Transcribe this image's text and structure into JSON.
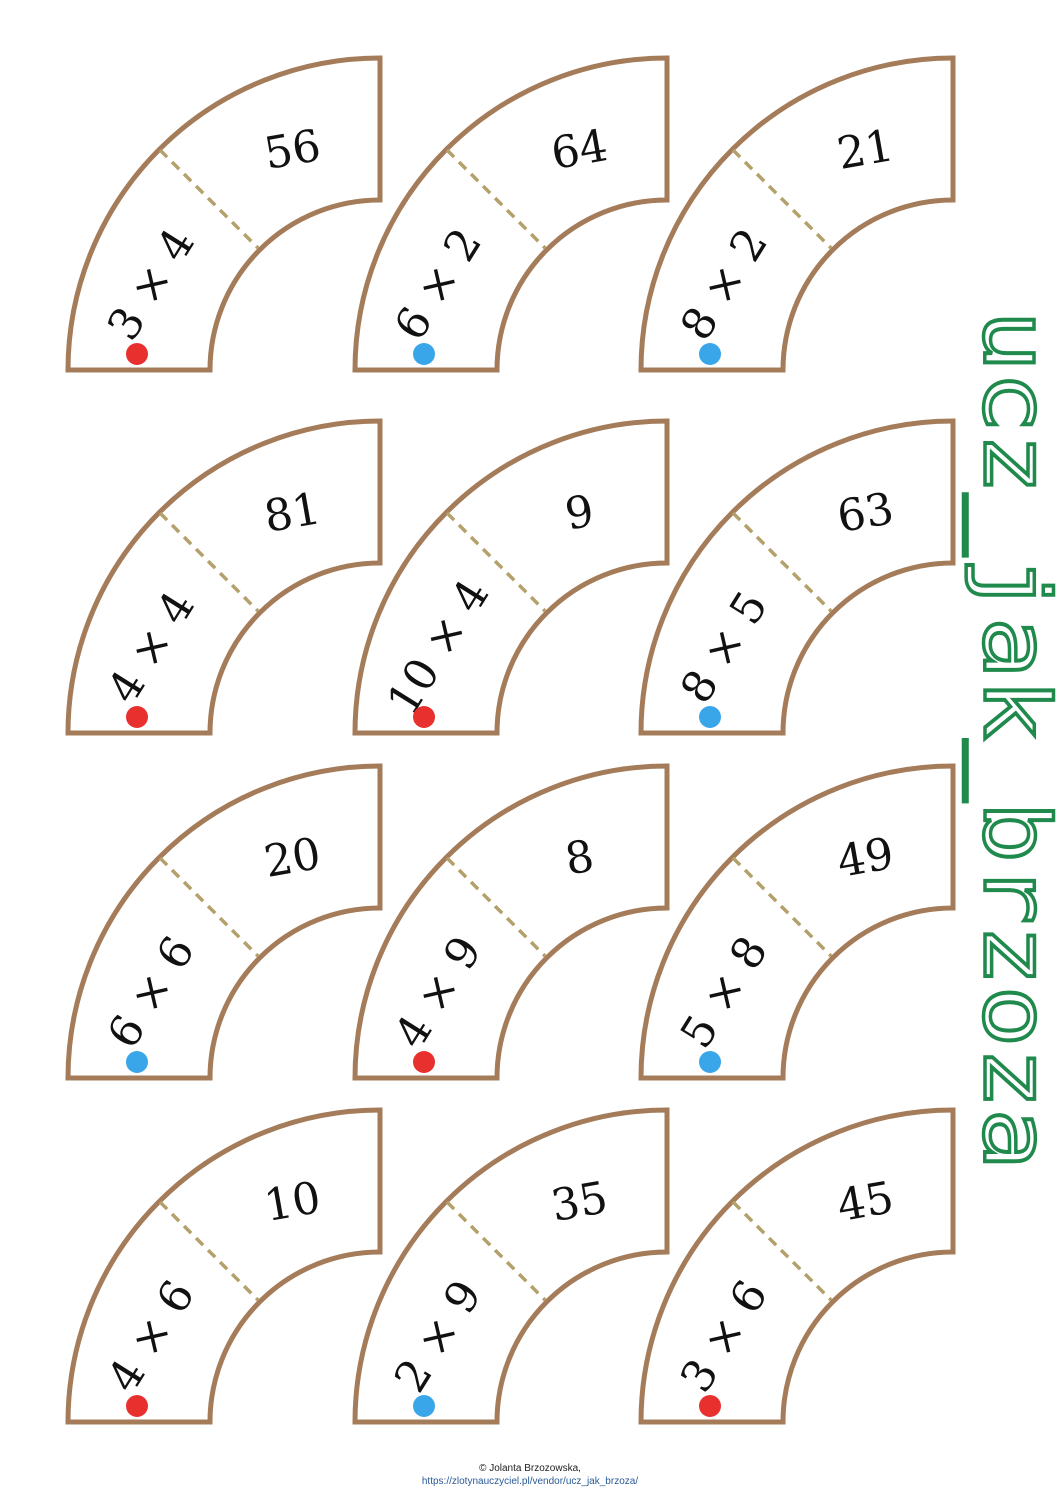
{
  "colors": {
    "border": "#a57c5a",
    "divider": "#b3a06a",
    "red_dot": "#e8302e",
    "blue_dot": "#3aa6ea",
    "watermark": "#1f8a4c"
  },
  "tiles": [
    {
      "question": "3 × 4",
      "answer": "56",
      "dot": "red"
    },
    {
      "question": "6 × 2",
      "answer": "64",
      "dot": "blue"
    },
    {
      "question": "8 × 2",
      "answer": "21",
      "dot": "blue"
    },
    {
      "question": "4 × 4",
      "answer": "81",
      "dot": "red"
    },
    {
      "question": "10 × 4",
      "answer": "9",
      "dot": "red"
    },
    {
      "question": "8 × 5",
      "answer": "63",
      "dot": "blue"
    },
    {
      "question": "6 × 6",
      "answer": "20",
      "dot": "blue"
    },
    {
      "question": "4 × 9",
      "answer": "8",
      "dot": "red"
    },
    {
      "question": "5 × 8",
      "answer": "49",
      "dot": "blue"
    },
    {
      "question": "4 × 6",
      "answer": "10",
      "dot": "red"
    },
    {
      "question": "2 × 9",
      "answer": "35",
      "dot": "blue"
    },
    {
      "question": "3 × 6",
      "answer": "45",
      "dot": "red"
    }
  ],
  "watermark": "ucz_jak_brzoza",
  "footer": {
    "author": "© Jolanta Brzozowska,",
    "link": "https://zlotynauczyciel.pl/vendor/ucz_jak_brzoza/"
  }
}
